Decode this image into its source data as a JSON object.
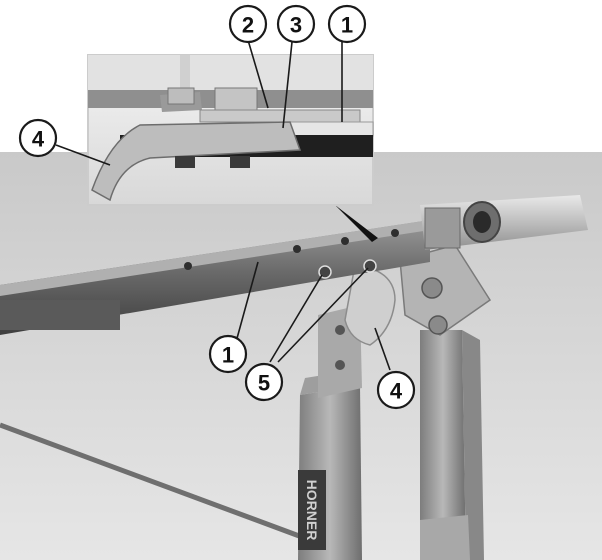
{
  "figure": {
    "callouts": [
      {
        "label": "2"
      },
      {
        "label": "3"
      },
      {
        "label": "1"
      },
      {
        "label": "4"
      },
      {
        "label": "1"
      },
      {
        "label": "5"
      },
      {
        "label": "4"
      }
    ],
    "emboss": {
      "text": "HORNER"
    }
  }
}
